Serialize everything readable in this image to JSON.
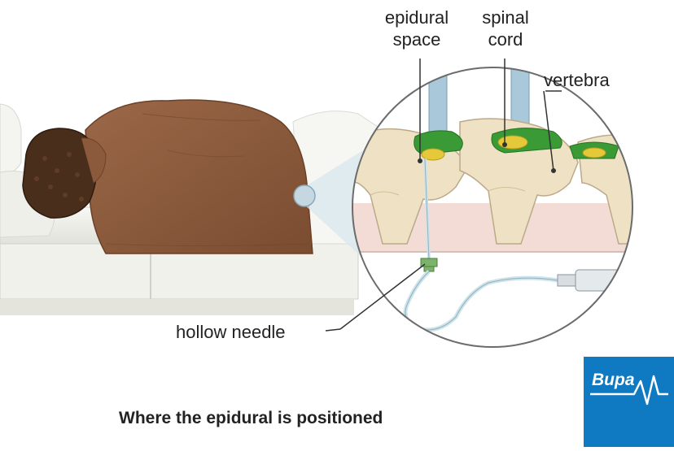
{
  "labels": {
    "epidural_space": [
      "epidural",
      "space"
    ],
    "spinal_cord": [
      "spinal",
      "cord"
    ],
    "vertebra": "vertebra",
    "hollow_needle": "hollow needle"
  },
  "caption": "Where the epidural is positioned",
  "logo": {
    "text": "Bupa",
    "color": "#0f79c1"
  },
  "colors": {
    "skin": "#8b5a3c",
    "hair": "#4a2e1c",
    "bone": "#efe2c4",
    "spinal_cord": "#a9c8d9",
    "epidural_space": "#3a9a35",
    "tissue": "#f4dcd6",
    "needle_and_catheter": "#cfe3ea"
  },
  "icons": [
    "bupa-heartbeat-icon",
    "magnifier-callout-icon"
  ]
}
